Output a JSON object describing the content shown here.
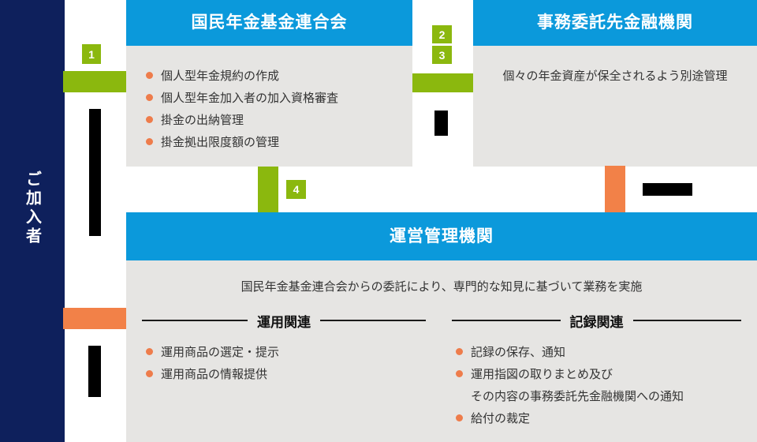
{
  "colors": {
    "sidebar_navy": "#0E205C",
    "header_blue": "#0B99DB",
    "panel_gray": "#E6E5E3",
    "accent_green": "#8BB80E",
    "accent_orange": "#F28148",
    "bullet_orange": "#EE7C4B",
    "connector_black": "#000000"
  },
  "sidebar": {
    "label": "ご加入者"
  },
  "badges": {
    "b1": "1",
    "b2": "2",
    "b3": "3",
    "b4": "4"
  },
  "box_npfa": {
    "title": "国民年金基金連合会",
    "items": [
      "個人型年金規約の作成",
      "個人型年金加入者の加入資格審査",
      "掛金の出納管理",
      "掛金拠出限度額の管理"
    ]
  },
  "box_trustee": {
    "title": "事務委託先金融機関",
    "description": "個々の年金資産が保全されるよう別途管理"
  },
  "box_admin": {
    "title": "運営管理機関",
    "description": "国民年金基金連合会からの委託により、専門的な知見に基づいて業務を実施",
    "col_unyo": {
      "heading": "運用関連",
      "items": [
        "運用商品の選定・提示",
        "運用商品の情報提供"
      ]
    },
    "col_kiroku": {
      "heading": "記録関連",
      "items": [
        "記録の保存、通知",
        "運用指図の取りまとめ及び",
        "その内容の事務委託先金融機関への通知",
        "給付の裁定"
      ]
    }
  }
}
